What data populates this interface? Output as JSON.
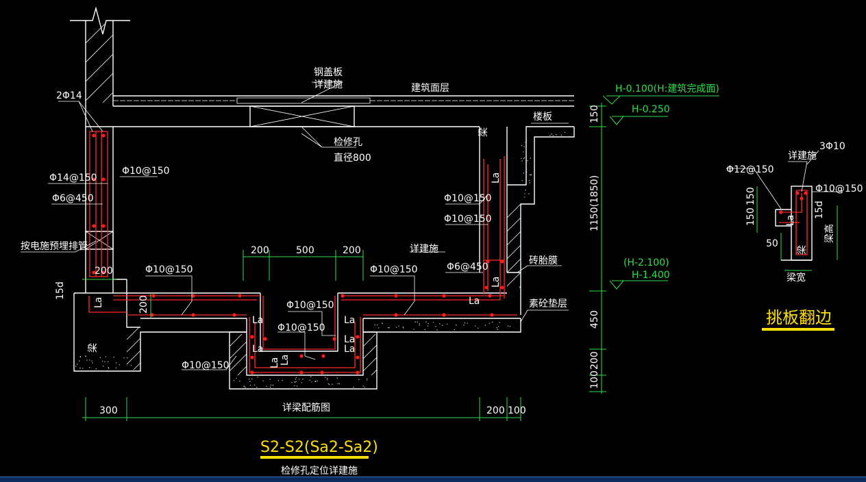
{
  "labels": {
    "top_rebar": "2Φ14",
    "steel_cover_1": "钢盖板",
    "steel_cover_2": "详建施",
    "finish_layer": "建筑面层",
    "elev_finish": "H-0.100(H:建筑完成面)",
    "elev_slab": "H-0.250",
    "floor_slab": "楼板",
    "inspection_hole": "检修孔",
    "diameter": "直径800",
    "beam_top": "梁",
    "left_stirrup": "Φ10@150",
    "left_rebar": "Φ14@150",
    "left_tie": "Φ6@450",
    "pipe_note": "按电施预埋排管",
    "right_rebar_1": "Φ10@150",
    "right_rebar_2": "Φ10@150",
    "right_tie": "Φ6@450",
    "brick_membrane": "砖胎膜",
    "plain_concrete": "素砼垫层",
    "see_arch": "详建施",
    "elev_bottom_1": "(H-2.100)",
    "elev_bottom_2": "H-1.400",
    "base_rebar_1": "Φ10@150",
    "base_rebar_2": "Φ10@150",
    "pit_rebar_1": "Φ10@150",
    "pit_rebar_2": "Φ10@150",
    "base_rebar_left": "Φ10@150",
    "beam_bottom": "梁",
    "la": "La",
    "lap_15d": "15d",
    "beam_rebar_note": "详梁配筋图",
    "title_main": "S2-S2(Sa2-Sa2)",
    "title_sub": "检修孔定位详建施",
    "detail_title": "挑板翻边",
    "detail_see": "详建施",
    "detail_top": "3Φ10",
    "detail_left": "Φ12@150",
    "detail_right": "Φ10@150",
    "detail_beam_height": "梁高",
    "detail_beam_width": "梁宽",
    "detail_beam": "梁",
    "detail_15d": "15d"
  },
  "dimensions": {
    "d_200_left": "200",
    "d_200_a": "200",
    "d_200_vert": "200",
    "d_500": "500",
    "d_200_b": "200",
    "d_150_right": "150",
    "d_1150": "1150(1850)",
    "d_450": "450",
    "d_200_low": "200",
    "d_100_low": "100",
    "d_300": "300",
    "d_200_bot": "200",
    "d_100_bot": "100",
    "dd_150_a": "150",
    "dd_150_b": "150",
    "dd_50": "50"
  },
  "colors": {
    "background": "#000000",
    "line": "#ffffff",
    "dimension": "#2ee04a",
    "rebar": "#ff2a2a",
    "title": "#ffe000"
  }
}
